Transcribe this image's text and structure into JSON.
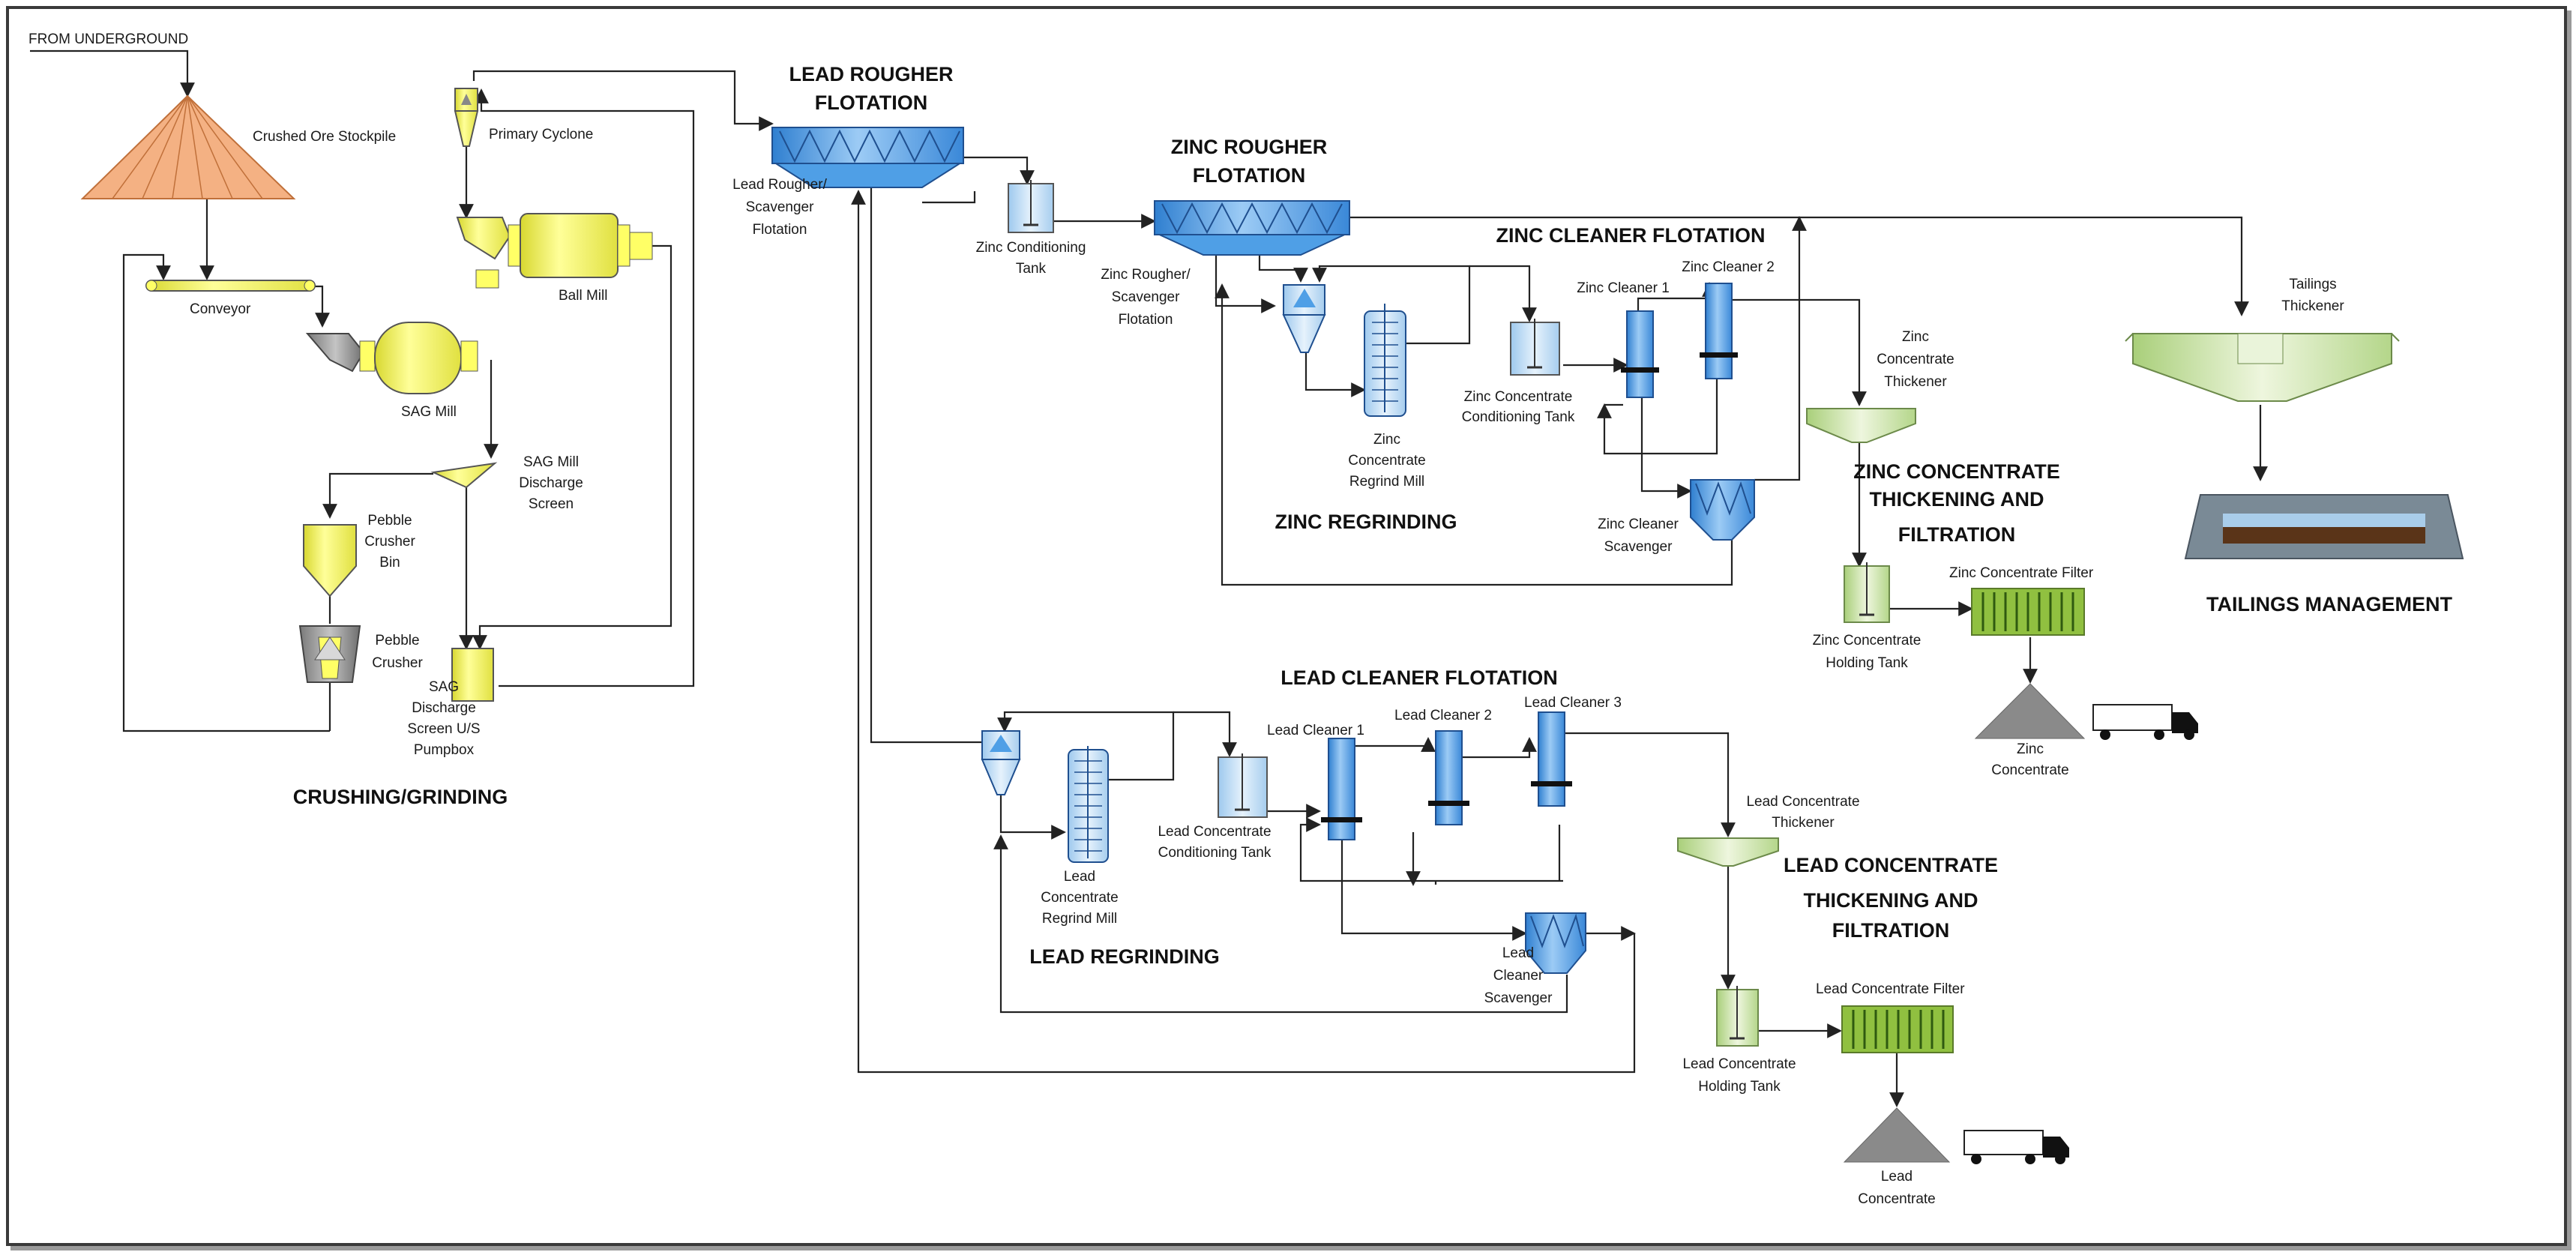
{
  "colors": {
    "equipment_yellow": "#ffff66",
    "flotation_blue": "#4f9fe6",
    "thickener_green": "#cfe6a8",
    "stockpile_orange": "#f4b183",
    "stockpile_line": "#c0703a",
    "line": "#222222"
  },
  "headings": {
    "crushing_grinding": "CRUSHING/GRINDING",
    "lead_rougher_1": "LEAD ROUGHER",
    "lead_rougher_2": "FLOTATION",
    "zinc_rougher_1": "ZINC ROUGHER",
    "zinc_rougher_2": "FLOTATION",
    "zinc_cleaner": "ZINC CLEANER FLOTATION",
    "zinc_regrinding": "ZINC REGRINDING",
    "zinc_conc_1": "ZINC CONCENTRATE",
    "zinc_conc_2": "THICKENING AND",
    "zinc_conc_3": "FILTRATION",
    "tailings_mgmt": "TAILINGS MANAGEMENT",
    "lead_cleaner": "LEAD CLEANER FLOTATION",
    "lead_regrinding": "LEAD REGRINDING",
    "lead_conc_1": "LEAD CONCENTRATE",
    "lead_conc_2": "THICKENING AND",
    "lead_conc_3": "FILTRATION"
  },
  "labels": {
    "from_underground": "FROM UNDERGROUND",
    "crushed_ore_stockpile": "Crushed Ore Stockpile",
    "primary_cyclone": "Primary Cyclone",
    "ball_mill": "Ball Mill",
    "conveyor": "Conveyor",
    "sag_mill": "SAG Mill",
    "sag_screen_1": "SAG Mill",
    "sag_screen_2": "Discharge",
    "sag_screen_3": "Screen",
    "pebble_bin_1": "Pebble",
    "pebble_bin_2": "Crusher",
    "pebble_bin_3": "Bin",
    "pebble_crusher_1": "Pebble",
    "pebble_crusher_2": "Crusher",
    "pumpbox_1": "SAG",
    "pumpbox_2": "Discharge",
    "pumpbox_3": "Screen U/S",
    "pumpbox_4": "Pumpbox",
    "lead_rs_1": "Lead Rougher/",
    "lead_rs_2": "Scavenger",
    "lead_rs_3": "Flotation",
    "zinc_cond_1": "Zinc Conditioning",
    "zinc_cond_2": "Tank",
    "zinc_rs_1": "Zinc Rougher/",
    "zinc_rs_2": "Scavenger",
    "zinc_rs_3": "Flotation",
    "zinc_cleaner_1": "Zinc Cleaner 1",
    "zinc_cleaner_2": "Zinc Cleaner 2",
    "zinc_cc_tank_1": "Zinc Concentrate",
    "zinc_cc_tank_2": "Conditioning Tank",
    "zinc_regrind_1": "Zinc",
    "zinc_regrind_2": "Concentrate",
    "zinc_regrind_3": "Regrind Mill",
    "zinc_scav_1": "Zinc Cleaner",
    "zinc_scav_2": "Scavenger",
    "zinc_thk_1": "Zinc",
    "zinc_thk_2": "Concentrate",
    "zinc_thk_3": "Thickener",
    "zinc_filter": "Zinc Concentrate Filter",
    "zinc_hold_1": "Zinc Concentrate",
    "zinc_hold_2": "Holding Tank",
    "zinc_product_1": "Zinc",
    "zinc_product_2": "Concentrate",
    "tailings_thk_1": "Tailings",
    "tailings_thk_2": "Thickener",
    "lead_cleaner_1": "Lead Cleaner 1",
    "lead_cleaner_2": "Lead Cleaner 2",
    "lead_cleaner_3": "Lead Cleaner 3",
    "lead_cc_tank_1": "Lead Concentrate",
    "lead_cc_tank_2": "Conditioning Tank",
    "lead_regrind_1": "Lead",
    "lead_regrind_2": "Concentrate",
    "lead_regrind_3": "Regrind Mill",
    "lead_scav_1": "Lead",
    "lead_scav_2": "Cleaner",
    "lead_scav_3": "Scavenger",
    "lead_thk_1": "Lead Concentrate",
    "lead_thk_2": "Thickener",
    "lead_filter": "Lead Concentrate Filter",
    "lead_hold_1": "Lead Concentrate",
    "lead_hold_2": "Holding Tank",
    "lead_product_1": "Lead",
    "lead_product_2": "Concentrate"
  }
}
